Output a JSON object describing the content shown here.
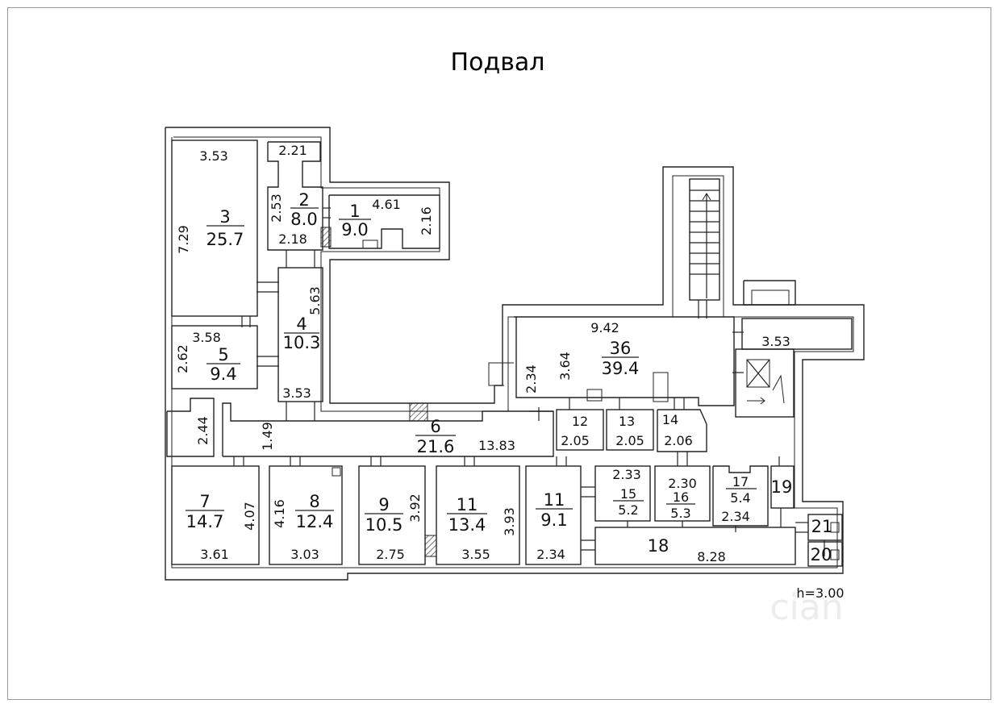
{
  "title": "Подвал",
  "height_note": "h=3.00",
  "watermark": "cian",
  "rooms": {
    "r1": {
      "num": "1",
      "area": "9.0"
    },
    "r2": {
      "num": "2",
      "area": "8.0"
    },
    "r3": {
      "num": "3",
      "area": "25.7"
    },
    "r4": {
      "num": "4",
      "area": "10.3"
    },
    "r5": {
      "num": "5",
      "area": "9.4"
    },
    "r6": {
      "num": "6",
      "area": "21.6"
    },
    "r7": {
      "num": "7",
      "area": "14.7"
    },
    "r8": {
      "num": "8",
      "area": "12.4"
    },
    "r9": {
      "num": "9",
      "area": "10.5"
    },
    "r11a": {
      "num": "11",
      "area": "13.4"
    },
    "r11b": {
      "num": "11",
      "area": "9.1"
    },
    "r12": {
      "num": "12"
    },
    "r13": {
      "num": "13"
    },
    "r14": {
      "num": "14"
    },
    "r15": {
      "num": "15",
      "area": "5.2"
    },
    "r16": {
      "num": "16",
      "area": "5.3"
    },
    "r17": {
      "num": "17",
      "area": "5.4"
    },
    "r18": {
      "num": "18"
    },
    "r19": {
      "num": "19"
    },
    "r20": {
      "num": "20"
    },
    "r21": {
      "num": "21"
    },
    "r36": {
      "num": "36",
      "area": "39.4"
    }
  },
  "dims": {
    "d_3_53_top": "3.53",
    "d_7_29": "7.29",
    "d_2_21": "2.21",
    "d_2_53": "2.53",
    "d_2_18": "2.18",
    "d_4_61": "4.61",
    "d_2_16": "2.16",
    "d_5_63": "5.63",
    "d_3_53_r4": "3.53",
    "d_3_58": "3.58",
    "d_2_62": "2.62",
    "d_2_44": "2.44",
    "d_1_49": "1.49",
    "d_13_83": "13.83",
    "d_4_07": "4.07",
    "d_3_61": "3.61",
    "d_4_16": "4.16",
    "d_3_03": "3.03",
    "d_3_92": "3.92",
    "d_2_75": "2.75",
    "d_3_93": "3.93",
    "d_3_55": "3.55",
    "d_2_34_r11": "2.34",
    "d_9_42": "9.42",
    "d_3_64": "3.64",
    "d_2_34_r36": "2.34",
    "d_3_53_stair": "3.53",
    "d_2_05_a": "2.05",
    "d_2_05_b": "2.05",
    "d_2_06": "2.06",
    "d_2_33": "2.33",
    "d_2_30": "2.30",
    "d_2_34_r17": "2.34",
    "d_8_28": "8.28"
  }
}
